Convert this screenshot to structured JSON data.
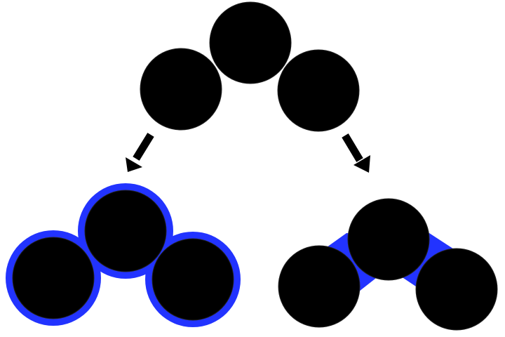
{
  "diagram": {
    "colors": {
      "background": "#ffffff",
      "circle_fill": "#000000",
      "outline": "#2233ff",
      "arrow": "#000000",
      "circle_stroke": "#222222"
    },
    "groups": [
      {
        "role": "source",
        "circle_count": 3,
        "outline_style": "none"
      },
      {
        "role": "result-left",
        "circle_count": 3,
        "outline_style": "per-circle-outline"
      },
      {
        "role": "result-right",
        "circle_count": 3,
        "outline_style": "connecting-bridge"
      }
    ],
    "arrows": [
      {
        "from": "source",
        "to": "result-left"
      },
      {
        "from": "source",
        "to": "result-right"
      }
    ]
  }
}
